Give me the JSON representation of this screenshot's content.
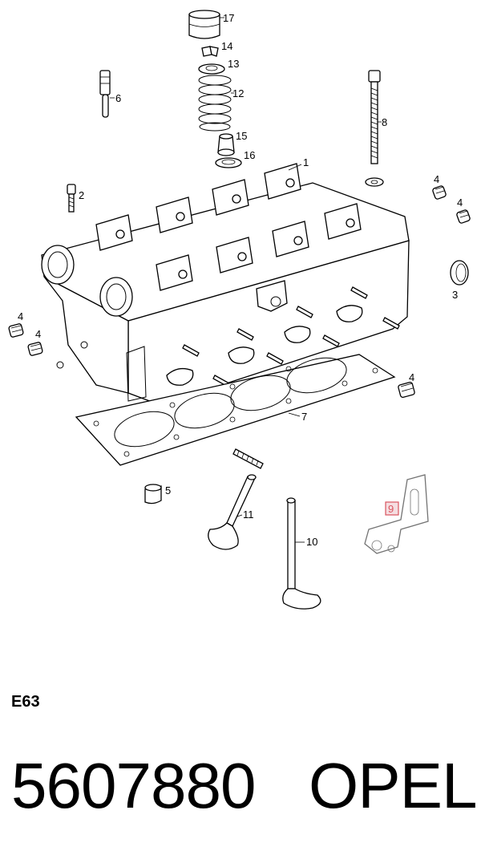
{
  "diagram": {
    "labels": {
      "p1": "1",
      "p2": "2",
      "p3": "3",
      "p4a": "4",
      "p4b": "4",
      "p4c": "4",
      "p4d": "4",
      "p4e": "4",
      "p5": "5",
      "p6": "6",
      "p7": "7",
      "p8": "8",
      "p9": "9",
      "p10": "10",
      "p11": "11",
      "p12": "12",
      "p13": "13",
      "p14": "14",
      "p15": "15",
      "p16": "16",
      "p17": "17"
    },
    "highlight_color": "#d9545f"
  },
  "section_code": "E63",
  "part_number": "5607880",
  "brand": "OPEL"
}
